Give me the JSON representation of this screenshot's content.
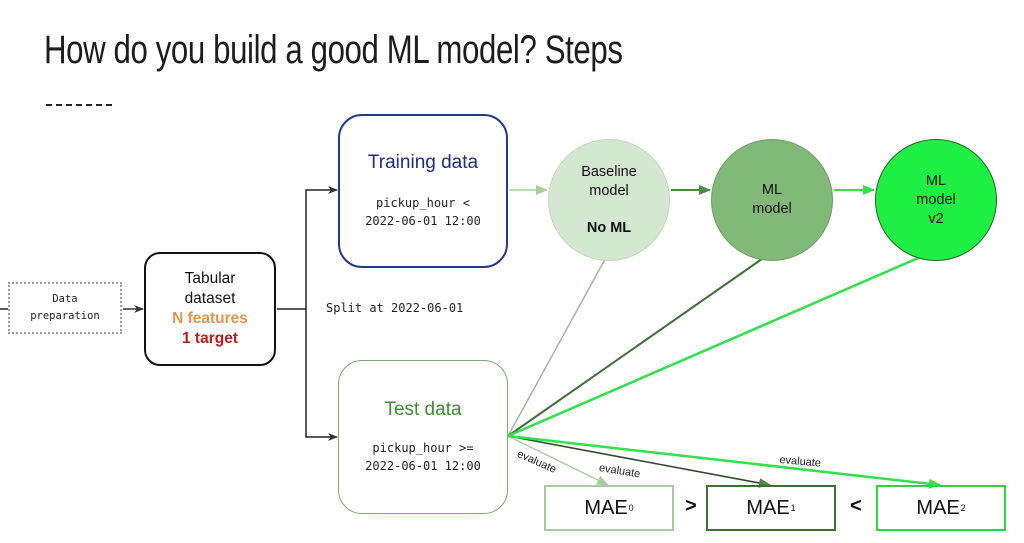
{
  "slide": {
    "title": "How do you build a good ML model? Steps"
  },
  "nodes": {
    "data_preparation": {
      "line1": "Data",
      "line2": "preparation"
    },
    "tabular_dataset": {
      "line1": "Tabular",
      "line2": "dataset",
      "features": "N features",
      "target": "1 target"
    },
    "split_label": "Split at 2022-06-01",
    "training_data": {
      "title": "Training data",
      "line1": "pickup_hour <",
      "line2": "2022-06-01 12:00"
    },
    "test_data": {
      "title": "Test data",
      "line1": "pickup_hour >=",
      "line2": "2022-06-01 12:00"
    },
    "baseline_model": {
      "line1": "Baseline",
      "line2": "model",
      "note": "No ML"
    },
    "ml_model": {
      "line1": "ML",
      "line2": "model"
    },
    "ml_model_v2": {
      "line1": "ML",
      "line2": "model",
      "line3": "v2"
    }
  },
  "metrics": [
    {
      "name": "MAE",
      "subscript": "0"
    },
    {
      "name": "MAE",
      "subscript": "1"
    },
    {
      "name": "MAE",
      "subscript": "2"
    }
  ],
  "comparisons": [
    ">",
    "<"
  ],
  "edge_labels": [
    "evaluate",
    "evaluate",
    "evaluate"
  ],
  "colors": {
    "training_border": "#23398c",
    "test_border": "#7fa876",
    "baseline_fill": "#d4e7d0",
    "ml_fill": "#83b978",
    "ml_v2_fill": "#1fee44",
    "features_text": "#e0954a",
    "target_text": "#c01a1a"
  }
}
